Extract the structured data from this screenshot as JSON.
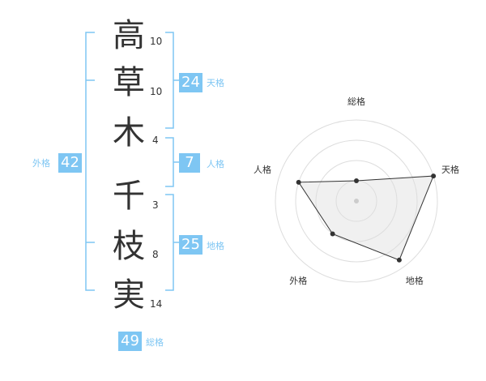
{
  "name": {
    "chars": [
      {
        "char": "高",
        "strokes": "10"
      },
      {
        "char": "草",
        "strokes": "10"
      },
      {
        "char": "木",
        "strokes": "4"
      },
      {
        "char": "千",
        "strokes": "3"
      },
      {
        "char": "枝",
        "strokes": "8"
      },
      {
        "char": "実",
        "strokes": "14"
      }
    ]
  },
  "kaku": {
    "tenkaku": {
      "value": "24",
      "label": "天格"
    },
    "jinkaku": {
      "value": "7",
      "label": "人格"
    },
    "chikaku": {
      "value": "25",
      "label": "地格"
    },
    "gaikaku": {
      "value": "42",
      "label": "外格"
    },
    "soukaku": {
      "value": "49",
      "label": "総格"
    }
  },
  "colors": {
    "accent": "#7ec6f3",
    "text": "#333333"
  },
  "chart_data": {
    "type": "radar",
    "axes": [
      "総格",
      "天格",
      "地格",
      "外格",
      "人格"
    ],
    "values": [
      0.25,
      1.0,
      0.9,
      0.5,
      0.75
    ],
    "range": [
      0,
      1
    ],
    "rings": 4
  }
}
